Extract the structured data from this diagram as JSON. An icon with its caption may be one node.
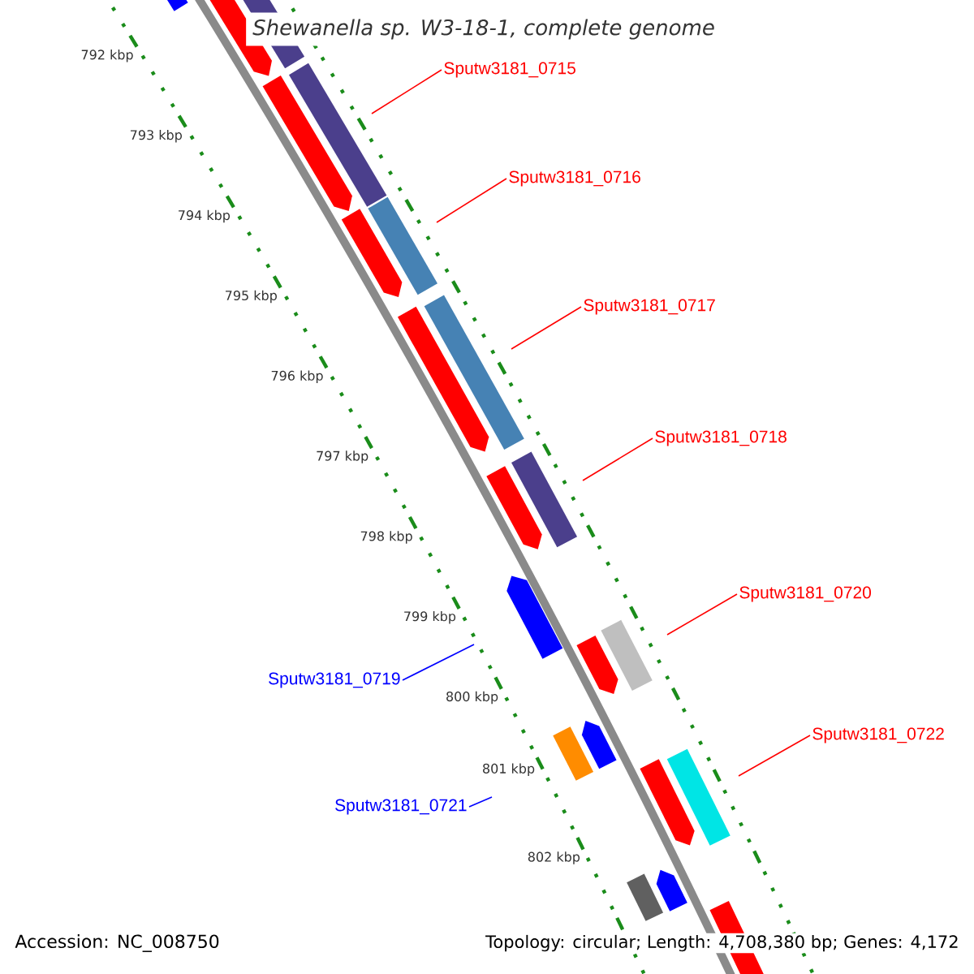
{
  "diagram": {
    "title": "Shewanella sp. W3-18-1, complete genome",
    "nodes": [
      {
        "text": [
          "Sputw3181_0715"
        ]
      },
      {
        "text": [
          "Sputw3181_0716"
        ]
      },
      {
        "text": [
          "Sputw3181_0717"
        ]
      },
      {
        "text": [
          "Sputw3181_0718"
        ]
      },
      {
        "text": [
          "Sputw3181_0720"
        ]
      },
      {
        "text": [
          "Sputw3181_0719"
        ]
      },
      {
        "text": [
          "Sputw3181_0722"
        ]
      },
      {
        "text": [
          "Sputw3181_0721"
        ]
      }
    ],
    "edges": [
      {
        "from": 0,
        "to": null,
        "arrow": "none"
      },
      {
        "from": 1,
        "to": null,
        "arrow": "none"
      },
      {
        "from": 2,
        "to": null,
        "arrow": "none"
      },
      {
        "from": 3,
        "to": null,
        "arrow": "none"
      },
      {
        "from": 4,
        "to": null,
        "arrow": "none"
      },
      {
        "from": 5,
        "to": null,
        "arrow": "none",
        "color": "#0000ff"
      },
      {
        "from": 6,
        "to": null,
        "arrow": "none"
      },
      {
        "from": 7,
        "to": null,
        "arrow": "none",
        "color": "#0000ff"
      }
    ],
    "labels": [
      "792 kbp",
      "793 kbp",
      "794 kbp",
      "795 kbp",
      "796 kbp",
      "797 kbp",
      "798 kbp",
      "799 kbp",
      "800 kbp",
      "801 kbp",
      "802 kbp",
      "Accession: NC_008750",
      "Topology: circular; Length: 4,708,380 bp; Genes: 4,172"
    ]
  }
}
